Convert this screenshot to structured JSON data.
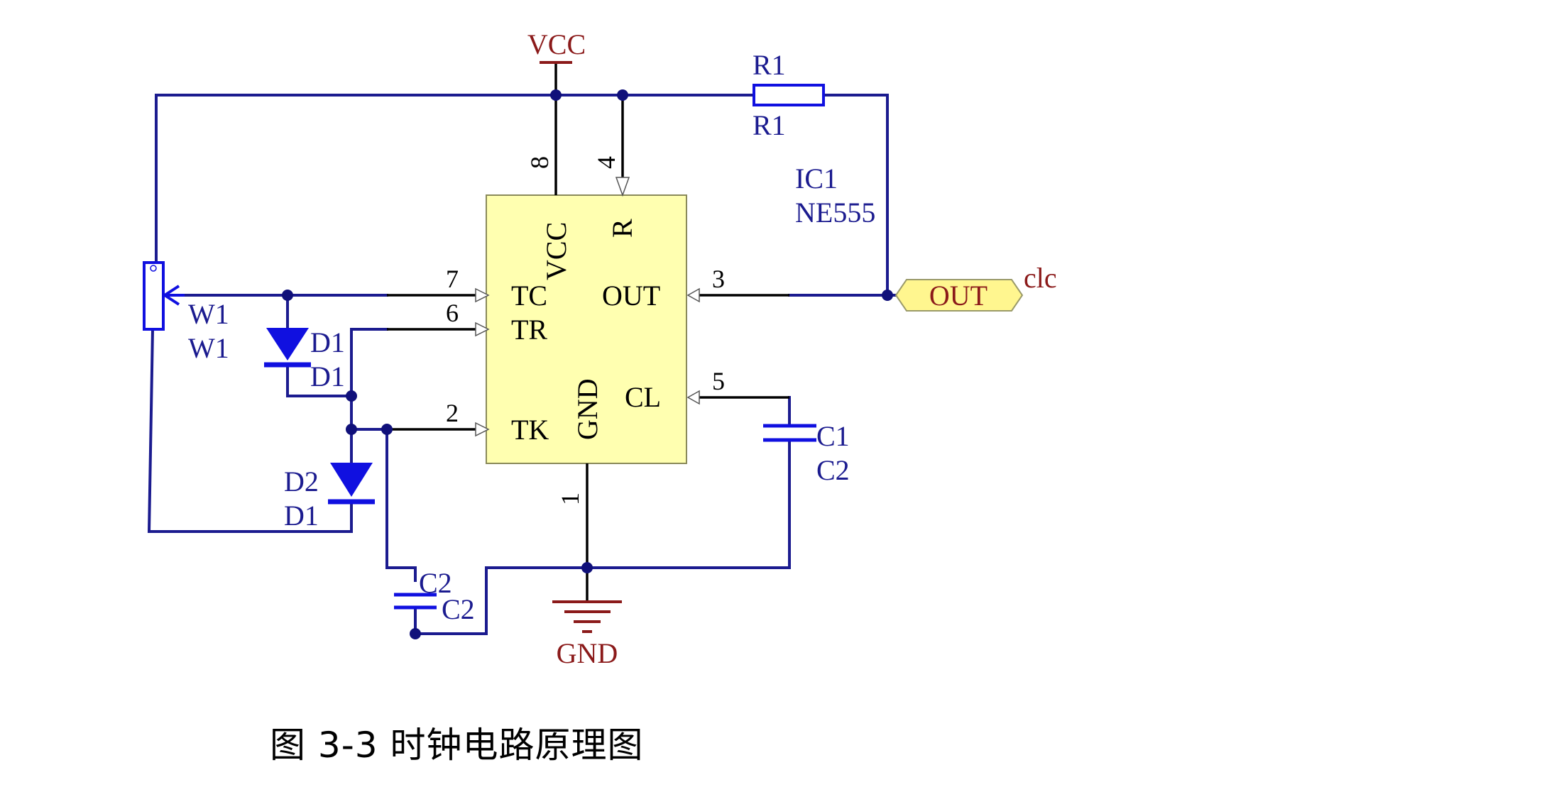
{
  "diagram": {
    "power_label": "VCC",
    "ground_label": "GND",
    "ic_ref": "IC1",
    "ic_part": "NE555",
    "r1_ref": "R1",
    "r1_value": "R1",
    "w1_ref": "W1",
    "w1_value": "W1",
    "d1_ref": "D1",
    "d1_value": "D1",
    "d2_ref": "D2",
    "d2_value": "D1",
    "c1_ref": "C1",
    "c1_value": "C2",
    "c2_ref": "C2",
    "c2_value": "C2",
    "port_label": "OUT",
    "net_label": "clc",
    "pins": {
      "vcc_name": "VCC",
      "vcc_num": "8",
      "r_name": "R",
      "r_num": "4",
      "tc_name": "TC",
      "tc_num": "7",
      "tr_name": "TR",
      "tr_num": "6",
      "tk_name": "TK",
      "tk_num": "2",
      "out_name": "OUT",
      "out_num": "3",
      "cl_name": "CL",
      "cl_num": "5",
      "gnd_name": "GND",
      "gnd_num": "1"
    }
  },
  "caption": "图 3-3 时钟电路原理图",
  "colors": {
    "wire": "#1b1b8f",
    "pin": "#000000",
    "component": "#1010e0",
    "power": "#8b1a1a",
    "ic_fill": "#ffffb0",
    "port_fill": "#fff68f",
    "junction": "#10107a"
  }
}
